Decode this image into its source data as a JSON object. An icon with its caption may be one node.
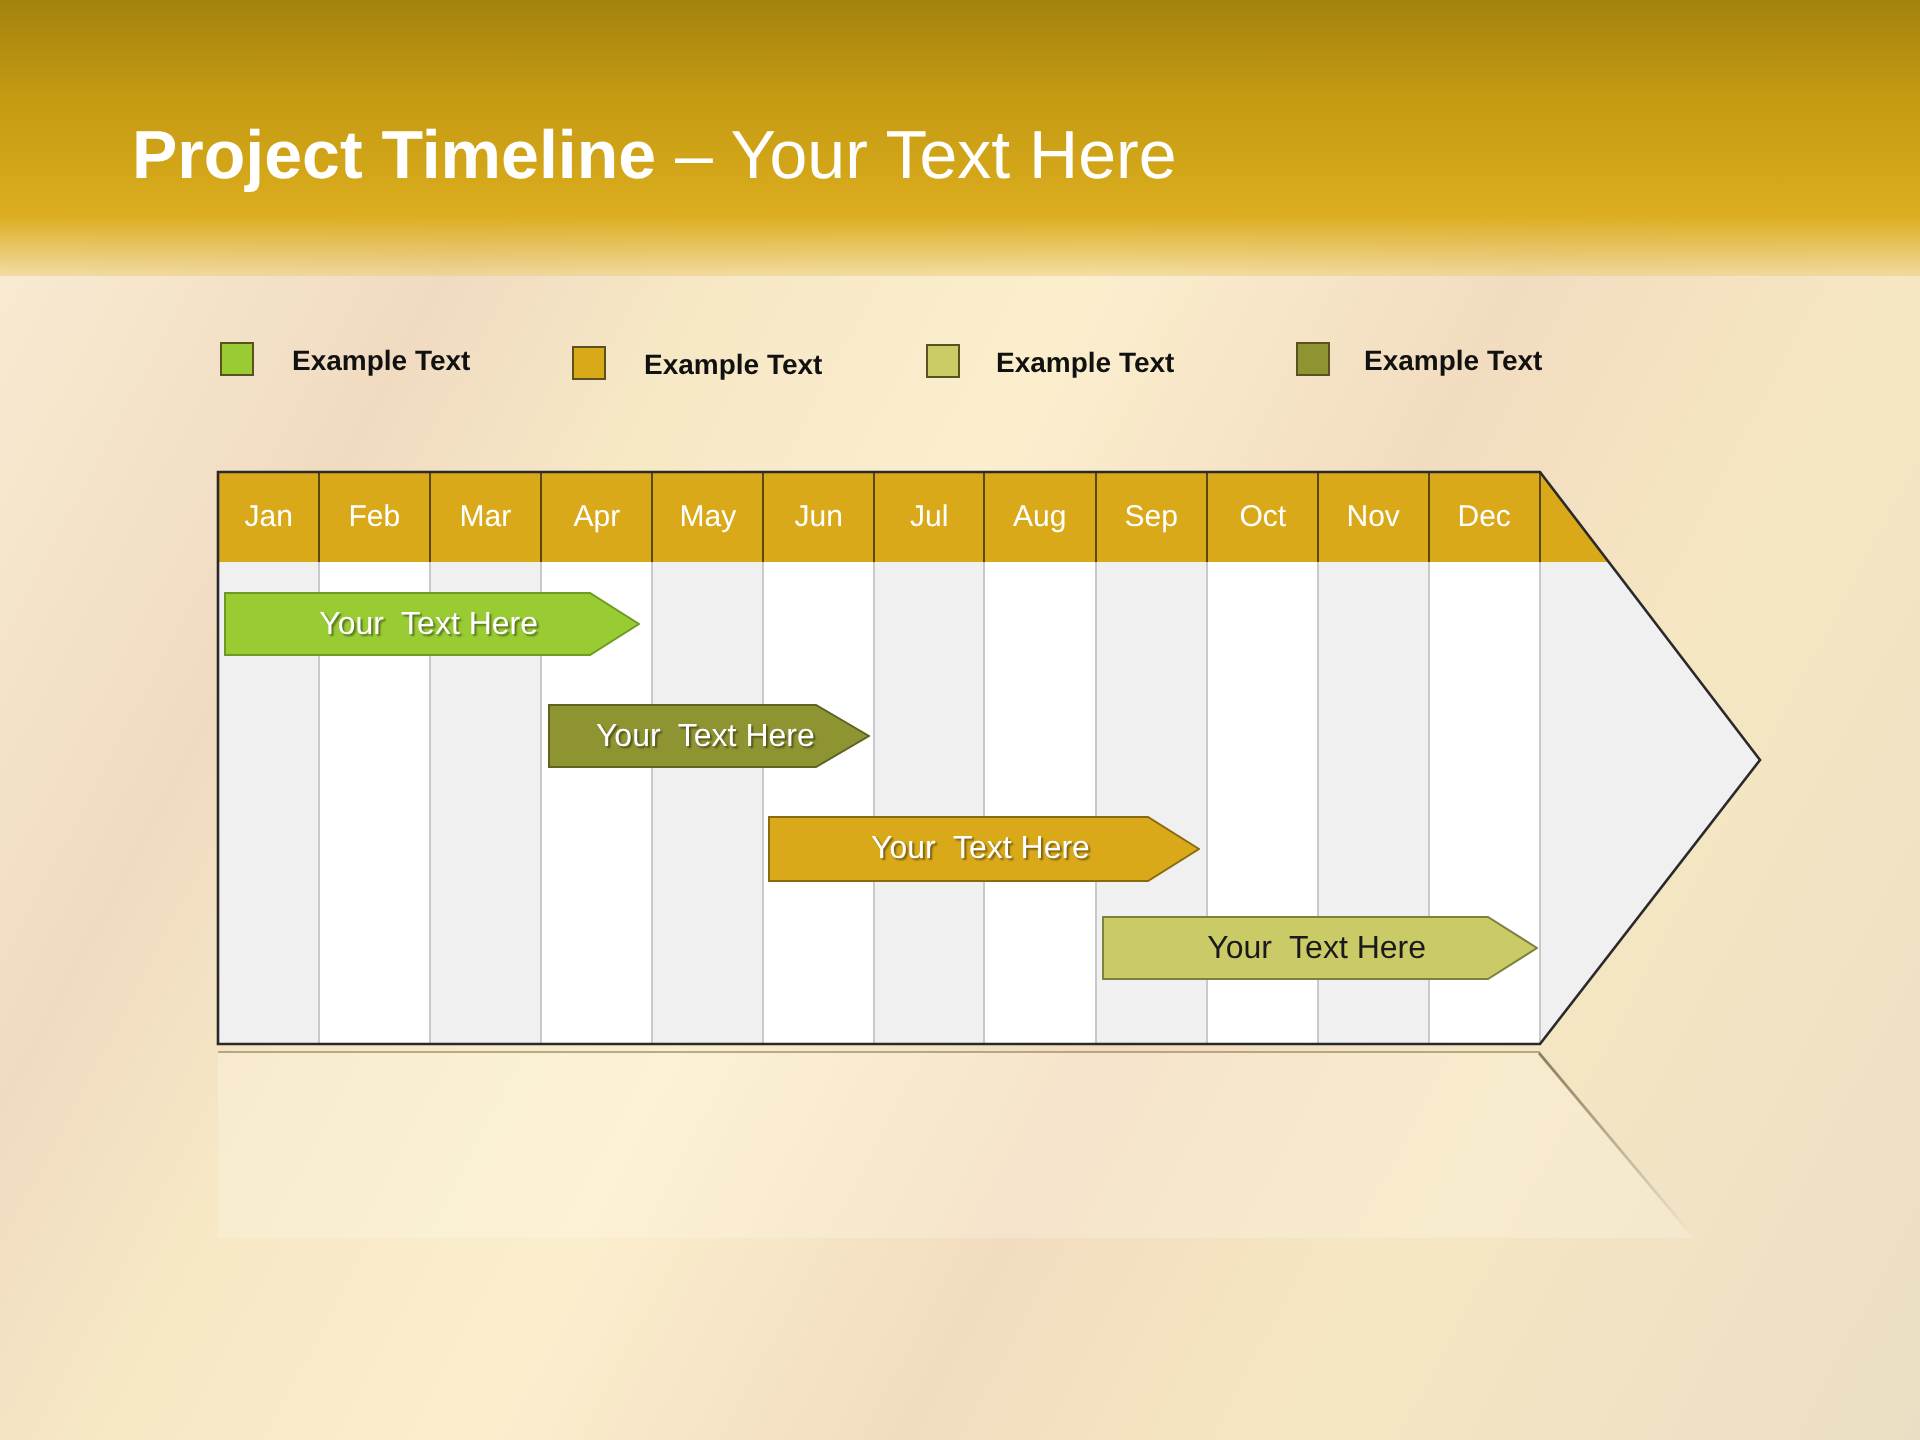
{
  "diagram": {
    "title": "**Project Timeline** – Your Text Here",
    "nodes": [
      {
        "text": [
          "Your  Text Here"
        ]
      },
      {
        "text": [
          "Your  Text Here"
        ]
      },
      {
        "text": [
          "Your  Text Here"
        ]
      },
      {
        "text": [
          "Your  Text Here"
        ]
      }
    ],
    "labels": [
      "Jan",
      "Feb",
      "Mar",
      "Apr",
      "May",
      "Jun",
      "Jul",
      "Aug",
      "Sep",
      "Oct",
      "Nov",
      "Dec"
    ],
    "legend": [
      {
        "text": "Example Text",
        "color": "#99cc33"
      },
      {
        "text": "Example Text",
        "color": "#d9a91a"
      },
      {
        "text": "Example Text",
        "color": "#cccc66"
      },
      {
        "text": "Example Text",
        "color": "#8f9432"
      }
    ]
  }
}
